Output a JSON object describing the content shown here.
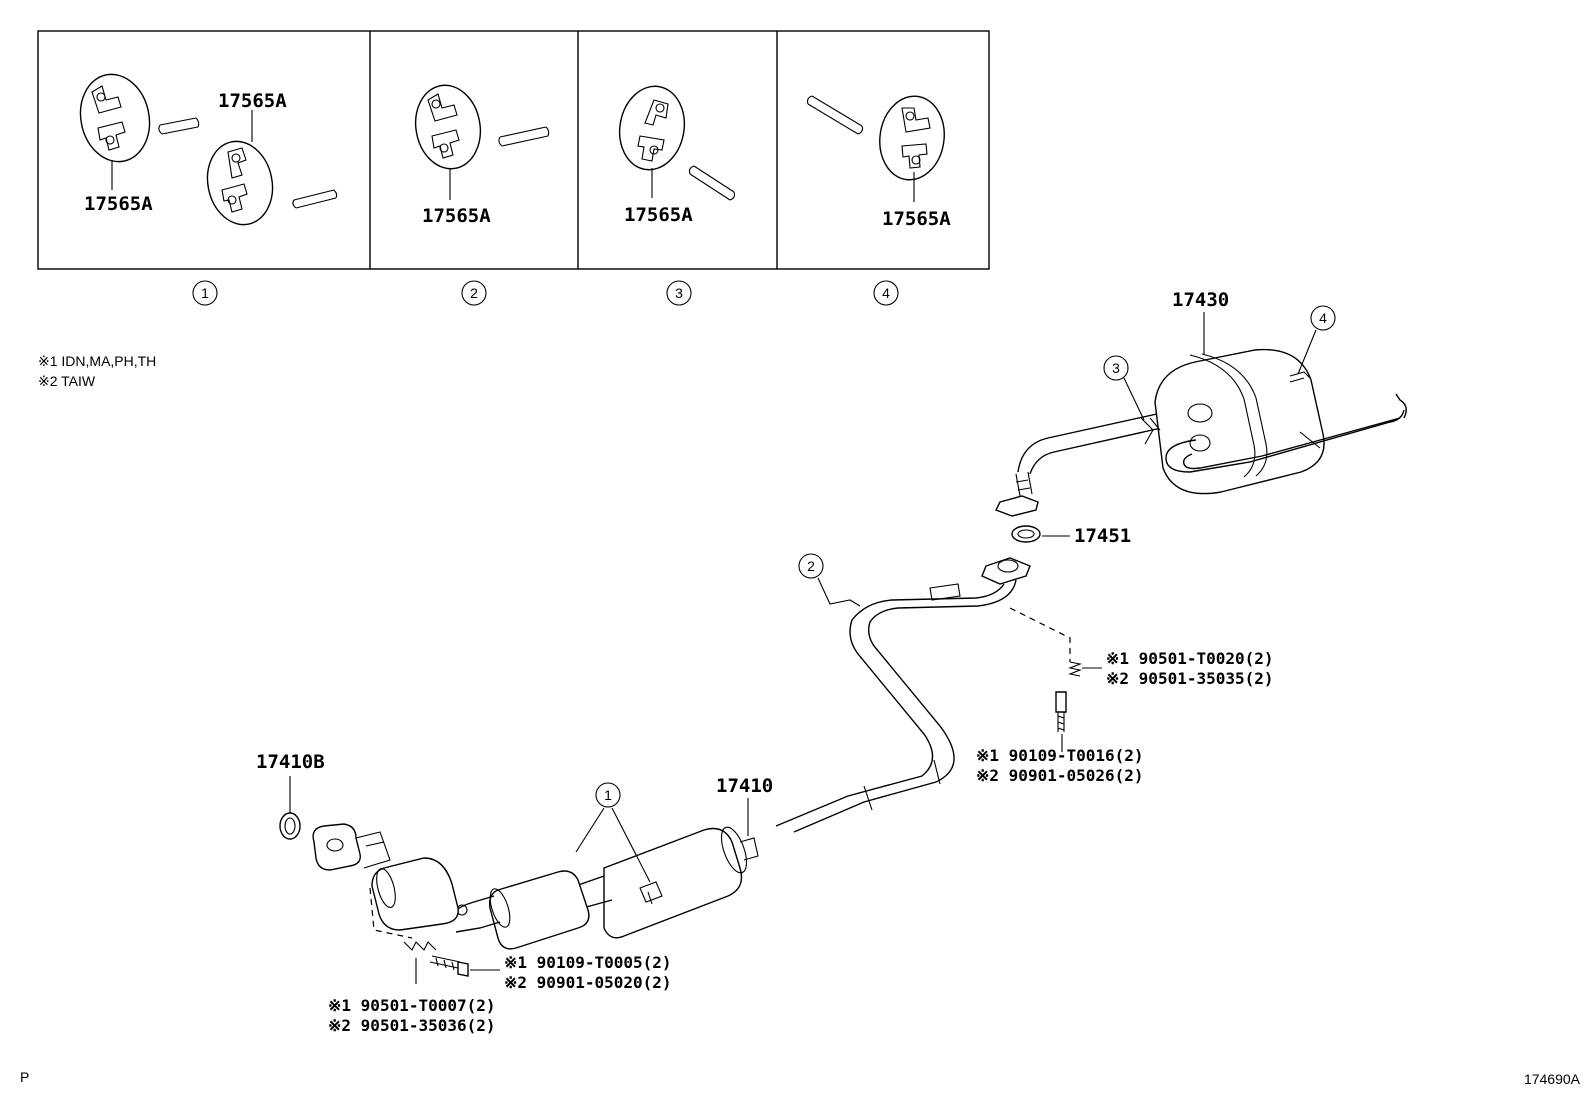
{
  "insets": [
    {
      "circle": "1",
      "labels": [
        "17565A",
        "17565A"
      ]
    },
    {
      "circle": "2",
      "labels": [
        "17565A"
      ]
    },
    {
      "circle": "3",
      "labels": [
        "17565A"
      ]
    },
    {
      "circle": "4",
      "labels": [
        "17565A"
      ]
    }
  ],
  "notes": [
    "※1 IDN,MA,PH,TH",
    "※2 TAIW"
  ],
  "parts": {
    "muffler": "17430",
    "gasket_rear": "17451",
    "front_pipe": "17410",
    "gasket_front": "17410B"
  },
  "hanger_refs": {
    "muffler_front": "3",
    "muffler_rear": "4",
    "mid_pipe": "2",
    "converter": "1"
  },
  "fasteners": {
    "rear_spring": [
      "※1 90501-T0020(2)",
      "※2 90501-35035(2)"
    ],
    "rear_bolt": [
      "※1 90109-T0016(2)",
      "※2 90901-05026(2)"
    ],
    "front_bolt": [
      "※1 90109-T0005(2)",
      "※2 90901-05020(2)"
    ],
    "front_spring": [
      "※1 90501-T0007(2)",
      "※2 90501-35036(2)"
    ]
  },
  "footer": {
    "left": "P",
    "right": "174690A"
  }
}
